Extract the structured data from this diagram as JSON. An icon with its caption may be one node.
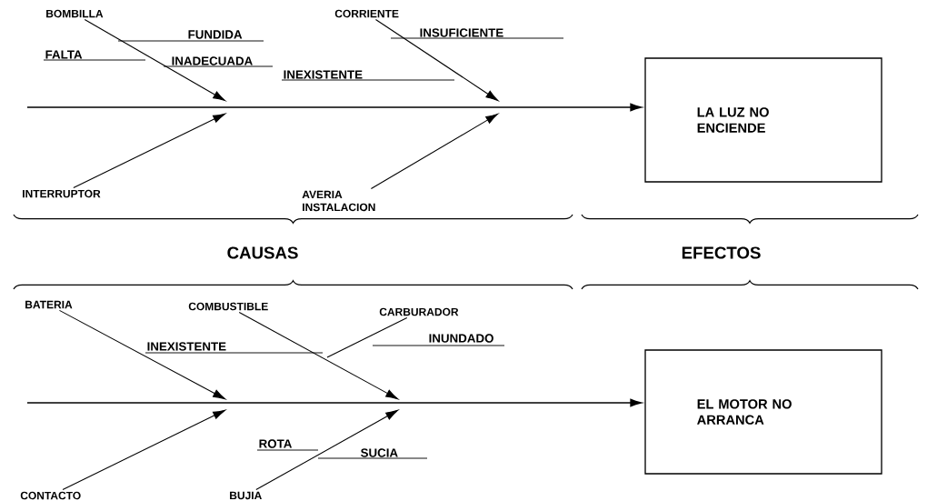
{
  "diagram": {
    "nodes": [
      {
        "text": [
          "BOMBILLA"
        ]
      },
      {
        "text": [
          "CORRIENTE"
        ]
      },
      {
        "text": [
          "LA LUZ NO ENCIENDE"
        ]
      },
      {
        "text": [
          "INTERRUPTOR"
        ]
      },
      {
        "text": [
          "AVERIA INSTALACION"
        ]
      },
      {
        "text": [
          "BATERIA"
        ]
      },
      {
        "text": [
          "COMBUSTIBLE"
        ]
      },
      {
        "text": [
          "CARBURADOR"
        ]
      },
      {
        "text": [
          "EL MOTOR NO ARRANCA"
        ]
      },
      {
        "text": [
          "CONTACTO"
        ]
      },
      {
        "text": [
          "BUJIA"
        ]
      }
    ],
    "edges": [
      {
        "from": 0,
        "to": null,
        "arrow": "to"
      },
      {
        "from": 1,
        "to": null,
        "arrow": "to"
      },
      {
        "from": null,
        "to": 2,
        "arrow": "to"
      },
      {
        "from": 3,
        "to": null,
        "arrow": "to"
      },
      {
        "from": 4,
        "to": null,
        "arrow": "to"
      },
      {
        "from": 5,
        "to": null,
        "arrow": "to"
      },
      {
        "from": 6,
        "to": null,
        "arrow": "to"
      },
      {
        "from": 7,
        "to": null,
        "arrow": "none"
      },
      {
        "from": null,
        "to": 8,
        "arrow": "to"
      },
      {
        "from": 9,
        "to": null,
        "arrow": "to"
      },
      {
        "from": 10,
        "to": null,
        "arrow": "to"
      }
    ],
    "labels": [
      "FUNDIDA",
      "FALTA",
      "INADECUADA",
      "INSUFICIENTE",
      "INEXISTENTE",
      "CAUSAS",
      "EFECTOS",
      "INEXISTENTE",
      "INUNDADO",
      "ROTA",
      "SUCIA"
    ]
  }
}
